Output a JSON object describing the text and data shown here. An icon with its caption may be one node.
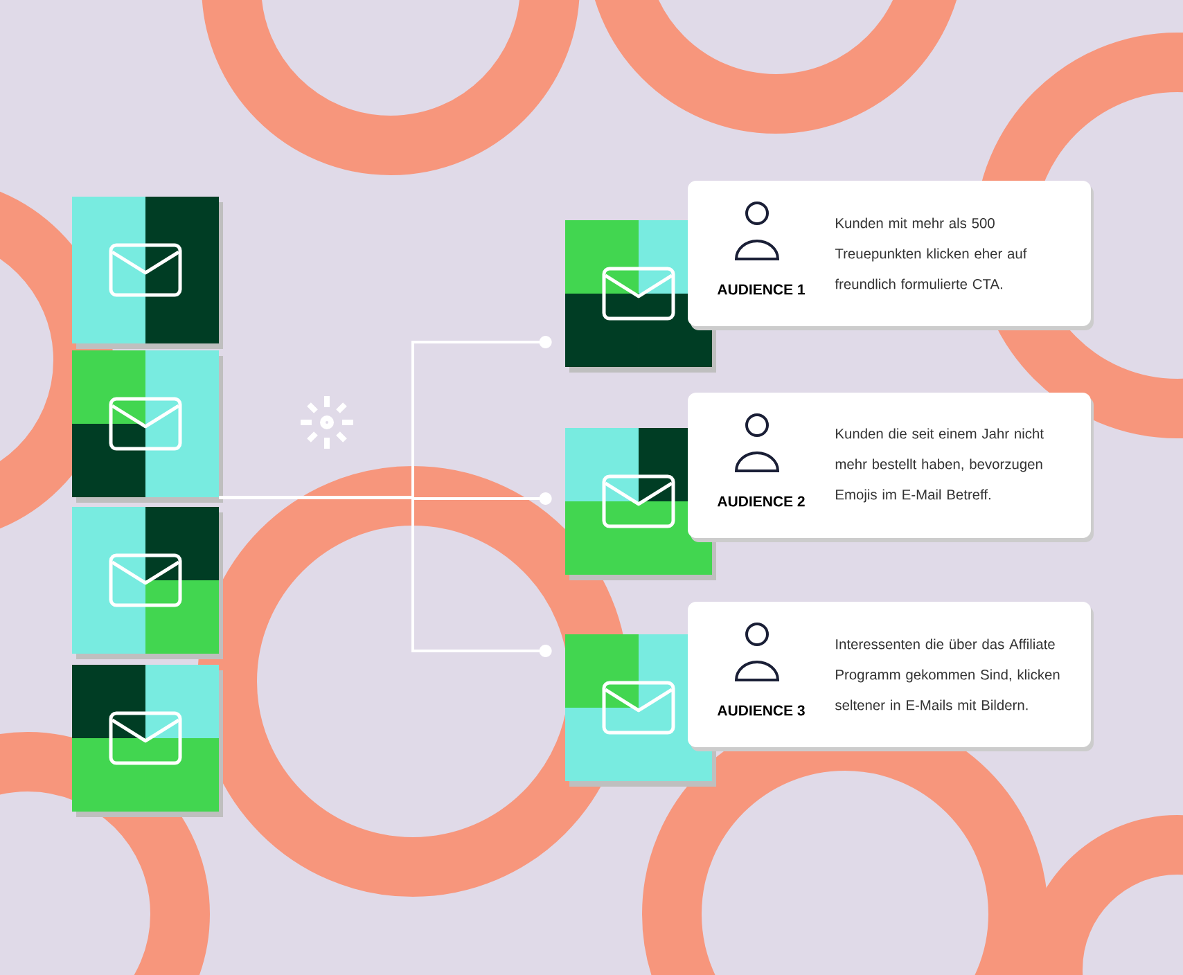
{
  "diagram": {
    "nodes": [
      {
        "text": [],
        "shape": "picture"
      },
      {
        "text": [],
        "shape": "picture"
      },
      {
        "text": [],
        "shape": "picture"
      },
      {
        "text": [],
        "shape": "picture"
      },
      {
        "text": [],
        "shape": "picture"
      },
      {
        "text": [
          "AUDIENCE 1",
          "Kunden mit mehr als 500 Treuepunkten klicken eher auf freundlich formulierte CTA."
        ]
      },
      {
        "text": [],
        "shape": "picture"
      },
      {
        "text": [
          "AUDIENCE 2",
          "Kunden die seit einem Jahr nicht mehr bestellt haben, bevorzugen Emojis im E-Mail Betreff."
        ]
      },
      {
        "text": [],
        "shape": "picture"
      },
      {
        "text": [
          "AUDIENCE 3",
          "Interessenten die über das Affiliate Programm gekommen Sind, klicken seltener in E-Mails mit Bildern."
        ]
      }
    ],
    "edges": [
      {
        "from": 1,
        "to": 4,
        "arrow": "other"
      },
      {
        "from": 1,
        "to": 6,
        "arrow": "other"
      },
      {
        "from": 1,
        "to": 8,
        "arrow": "other"
      }
    ]
  }
}
